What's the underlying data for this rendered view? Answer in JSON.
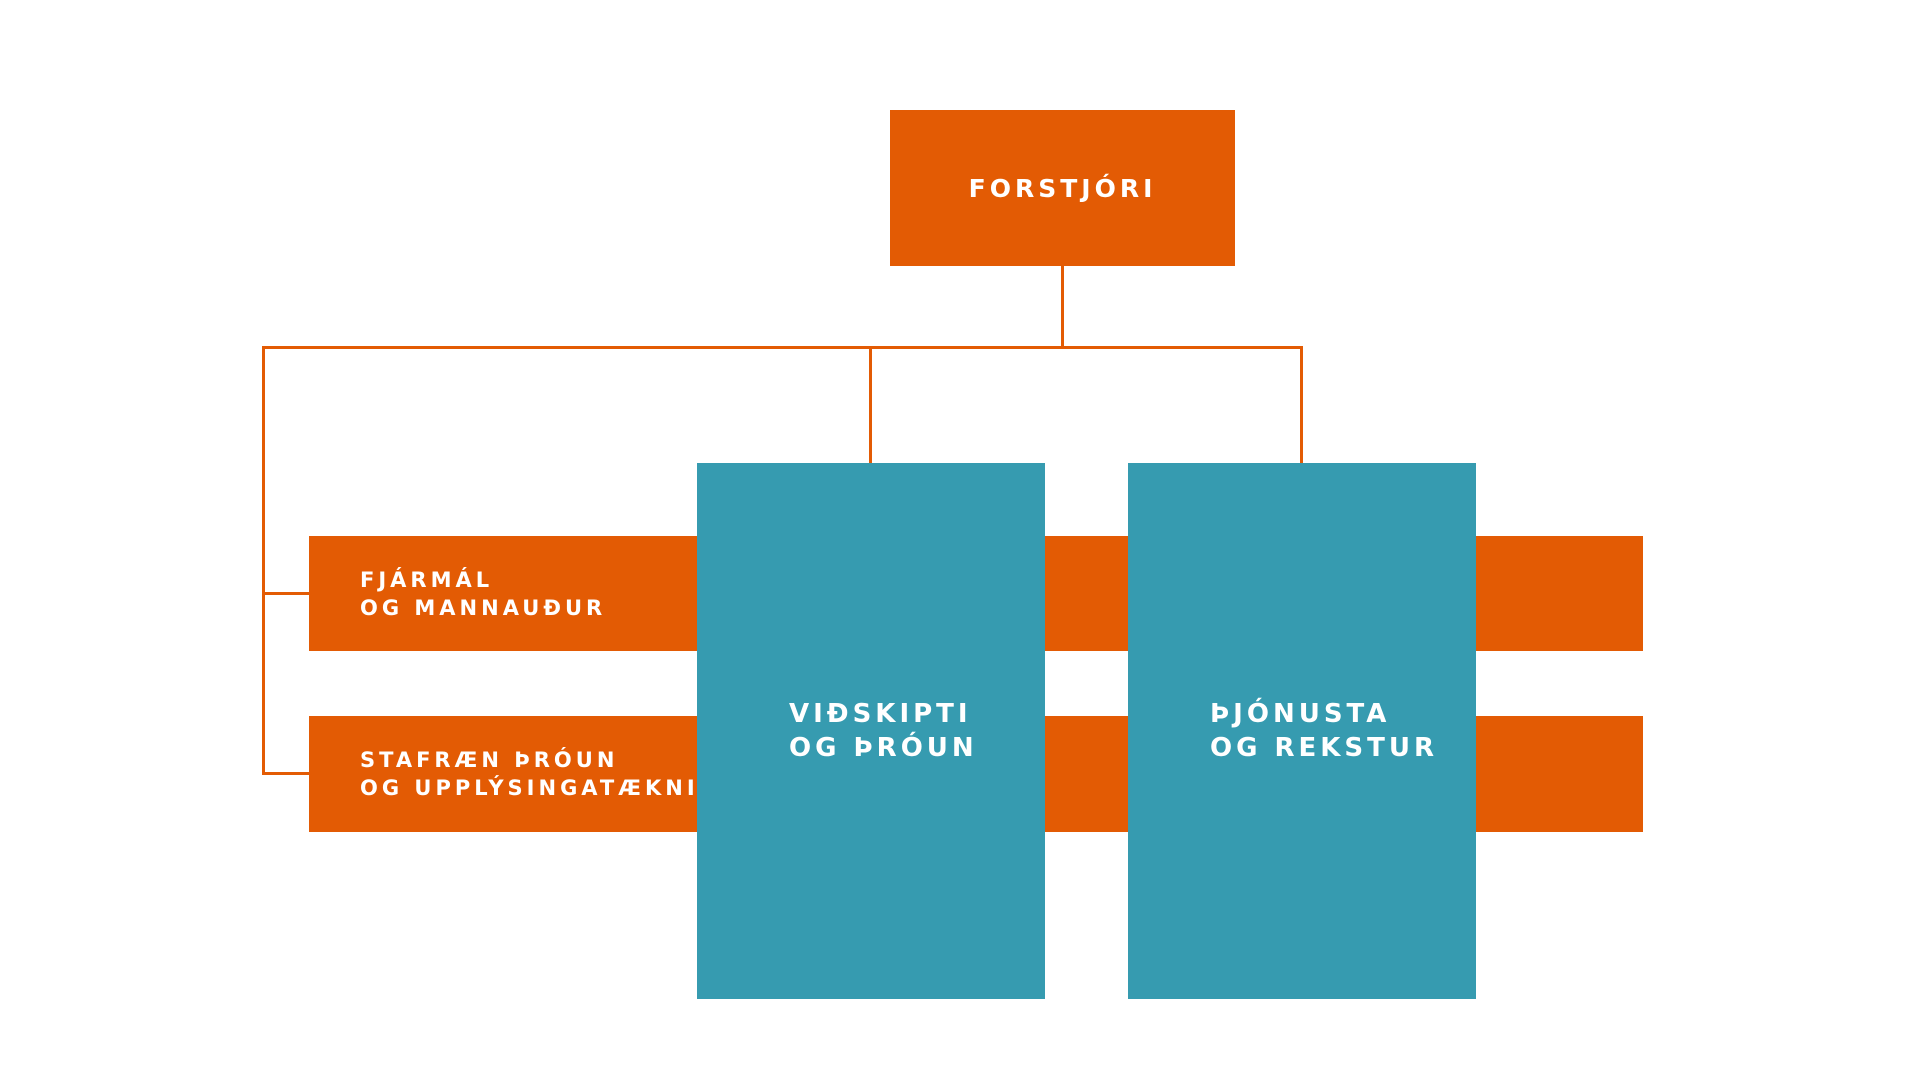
{
  "colors": {
    "orange": "#e35b04",
    "teal": "#369bb0",
    "text": "#ffffff",
    "background": "#ffffff"
  },
  "chart": {
    "ceo": {
      "label": "FORSTJÓRI"
    },
    "bars": [
      {
        "line1": "FJÁRMÁL",
        "line2": "OG MANNAUÐUR"
      },
      {
        "line1": "STAFRÆN ÞRÓUN",
        "line2": "OG UPPLÝSINGATÆKNI"
      }
    ],
    "columns": [
      {
        "line1": "VIÐSKIPTI",
        "line2": "OG ÞRÓUN"
      },
      {
        "line1": "ÞJÓNUSTA",
        "line2": "OG REKSTUR"
      }
    ]
  }
}
